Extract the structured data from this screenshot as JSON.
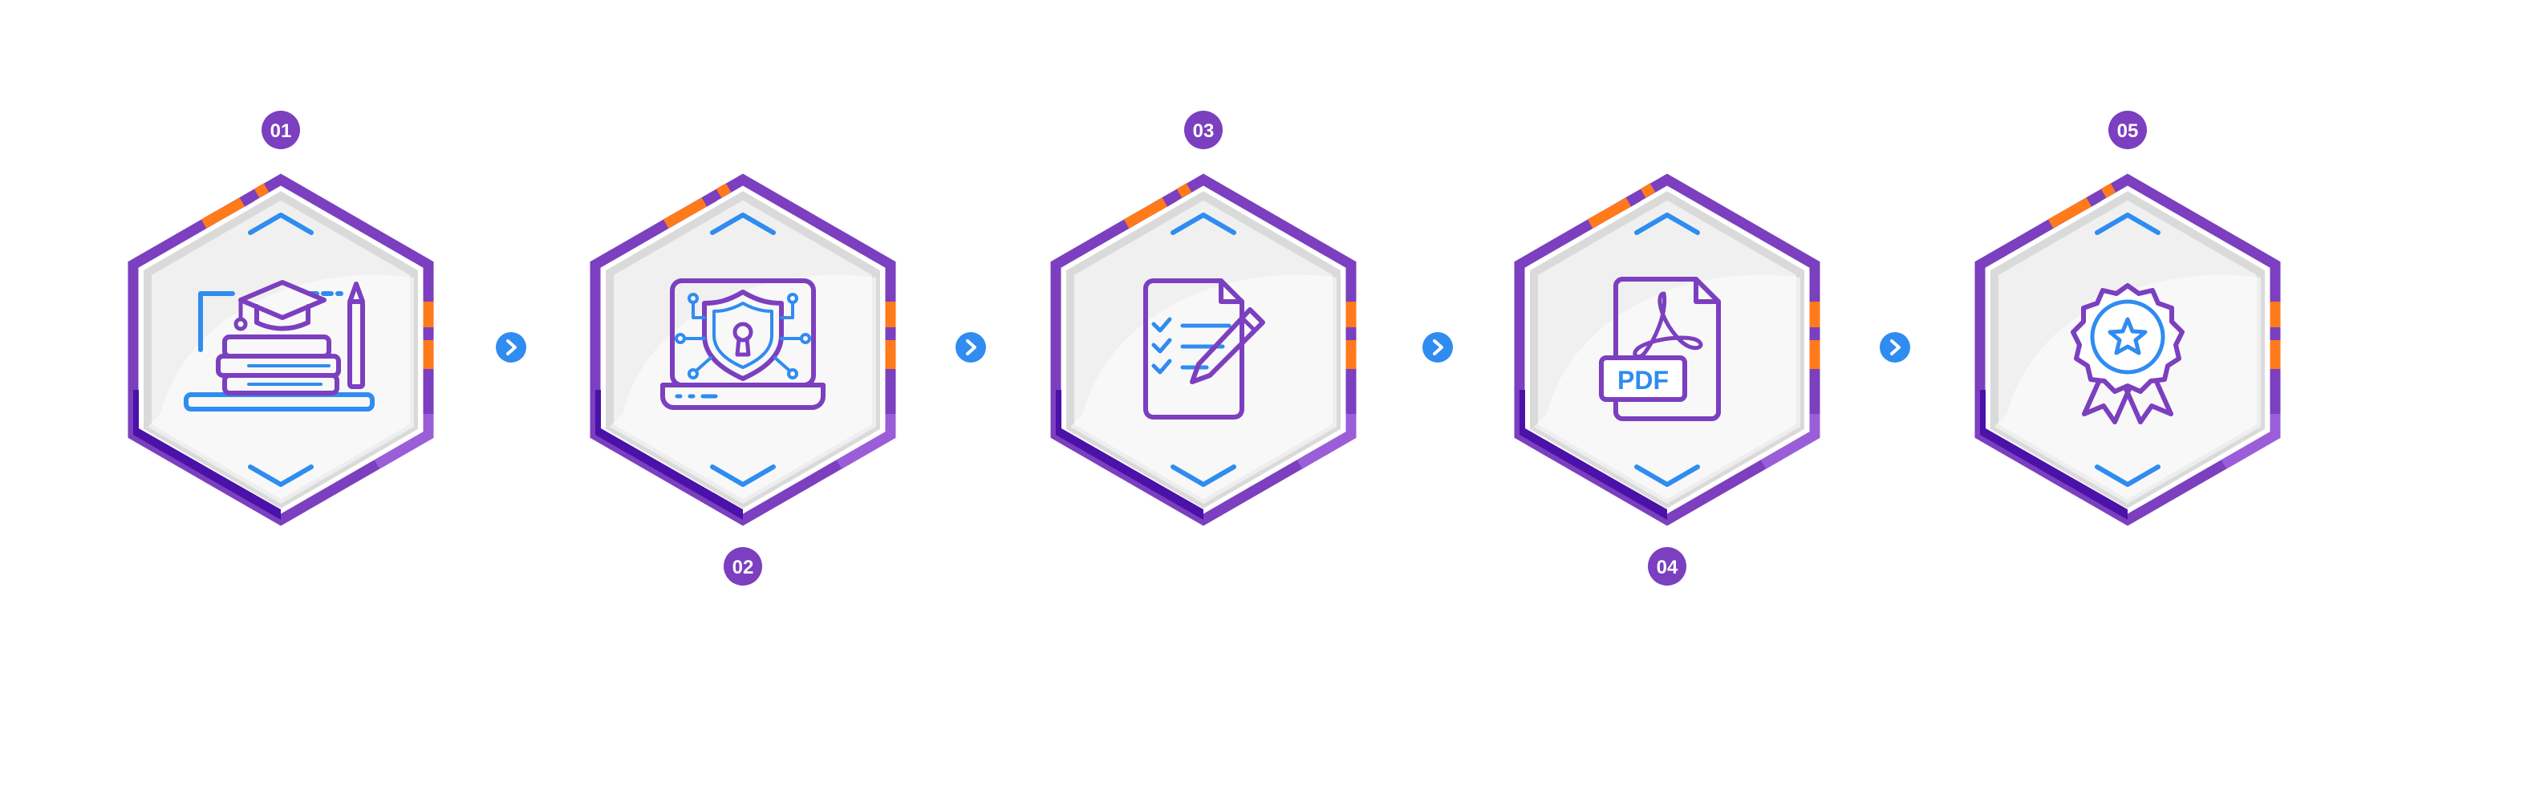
{
  "colors": {
    "purple": "#7b3fbf",
    "purple_dark": "#4a12a8",
    "orange": "#ff7a1a",
    "blue": "#2f8cf0",
    "gray_fill": "#efefef",
    "gray_inner": "#d9d9d9",
    "white": "#ffffff"
  },
  "steps": [
    {
      "number": "01",
      "icon": "graduation-laptop-icon",
      "label_position": "top"
    },
    {
      "number": "02",
      "icon": "security-laptop-icon",
      "label_position": "bottom"
    },
    {
      "number": "03",
      "icon": "document-pencil-icon",
      "label_position": "top"
    },
    {
      "number": "04",
      "icon": "pdf-file-icon",
      "label_position": "bottom"
    },
    {
      "number": "05",
      "icon": "award-badge-icon",
      "label_position": "top"
    }
  ],
  "connector_icon": "chevron-right-icon",
  "pdf_text": "PDF"
}
